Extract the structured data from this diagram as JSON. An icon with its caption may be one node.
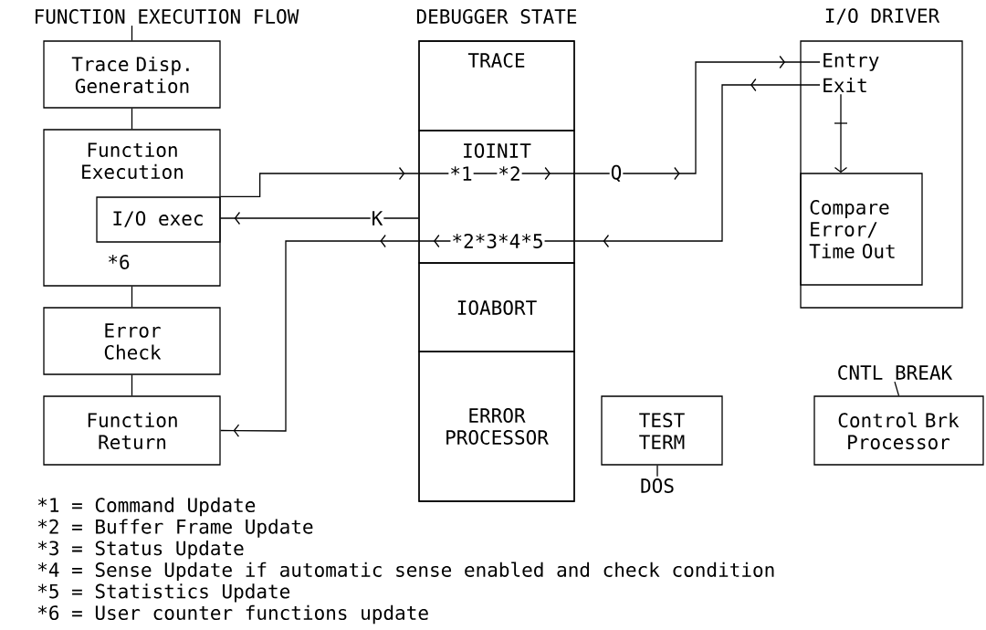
{
  "diagram": {
    "nodes": [
      {
        "text": [
          "FUNCTION EXECUTION FLOW"
        ]
      },
      {
        "text": [
          "Trace Disp. Generation"
        ]
      },
      {
        "text": [
          "Function Execution",
          "*6"
        ]
      },
      {
        "text": [
          "I/O exec"
        ],
        "in": 2
      },
      {
        "text": [
          "Error Check"
        ]
      },
      {
        "text": [
          "Function Return"
        ]
      },
      {
        "text": [
          "DEBUGGER STATE"
        ]
      },
      {
        "text": [
          "TRACE"
        ],
        "in": 6
      },
      {
        "text": [
          "IOINIT"
        ],
        "in": 6
      },
      {
        "text": [
          "IOABORT"
        ],
        "in": 6
      },
      {
        "text": [
          "ERROR PROCESSOR"
        ],
        "in": 6
      },
      {
        "text": [
          "TEST TERM"
        ]
      },
      {
        "text": [
          "DOS"
        ]
      },
      {
        "text": [
          "I/O DRIVER"
        ]
      },
      {
        "text": [
          "Entry"
        ],
        "in": 13
      },
      {
        "text": [
          "Exit"
        ],
        "in": 13
      },
      {
        "text": [
          "Compare Error/ Time Out"
        ],
        "in": 13
      },
      {
        "text": [
          "CNTL BREAK"
        ]
      },
      {
        "text": [
          "Control Brk Processor"
        ]
      }
    ],
    "edges": [
      {
        "from": 0,
        "to": 1,
        "arrow": "none"
      },
      {
        "from": 1,
        "to": 2,
        "arrow": "none"
      },
      {
        "from": 2,
        "to": 4,
        "arrow": "none"
      },
      {
        "from": 4,
        "to": 5,
        "arrow": "none"
      },
      {
        "from": 3,
        "to": 8,
        "arrow": "to"
      },
      {
        "from": 8,
        "to": 3,
        "arrow": "to",
        "label": "K"
      },
      {
        "from": 8,
        "to": 14,
        "arrow": "to",
        "label": "Q"
      },
      {
        "from": 15,
        "to": 8,
        "arrow": "to"
      },
      {
        "from": 8,
        "to": 5,
        "arrow": "to"
      },
      {
        "from": 15,
        "to": 16,
        "arrow": "to"
      },
      {
        "from": 11,
        "to": 12,
        "arrow": "none"
      },
      {
        "from": 17,
        "to": 18,
        "arrow": "none"
      }
    ],
    "labels": [
      "*1",
      "*2",
      "*2*3*4*5",
      "*1 = Command Update",
      "*2 = Buffer Frame Update",
      "*3 = Status Update",
      "*4 = Sense Update if automatic sense enabled and check condition",
      "*5 = Statistics Update",
      "*6 = User counter functions update"
    ]
  }
}
